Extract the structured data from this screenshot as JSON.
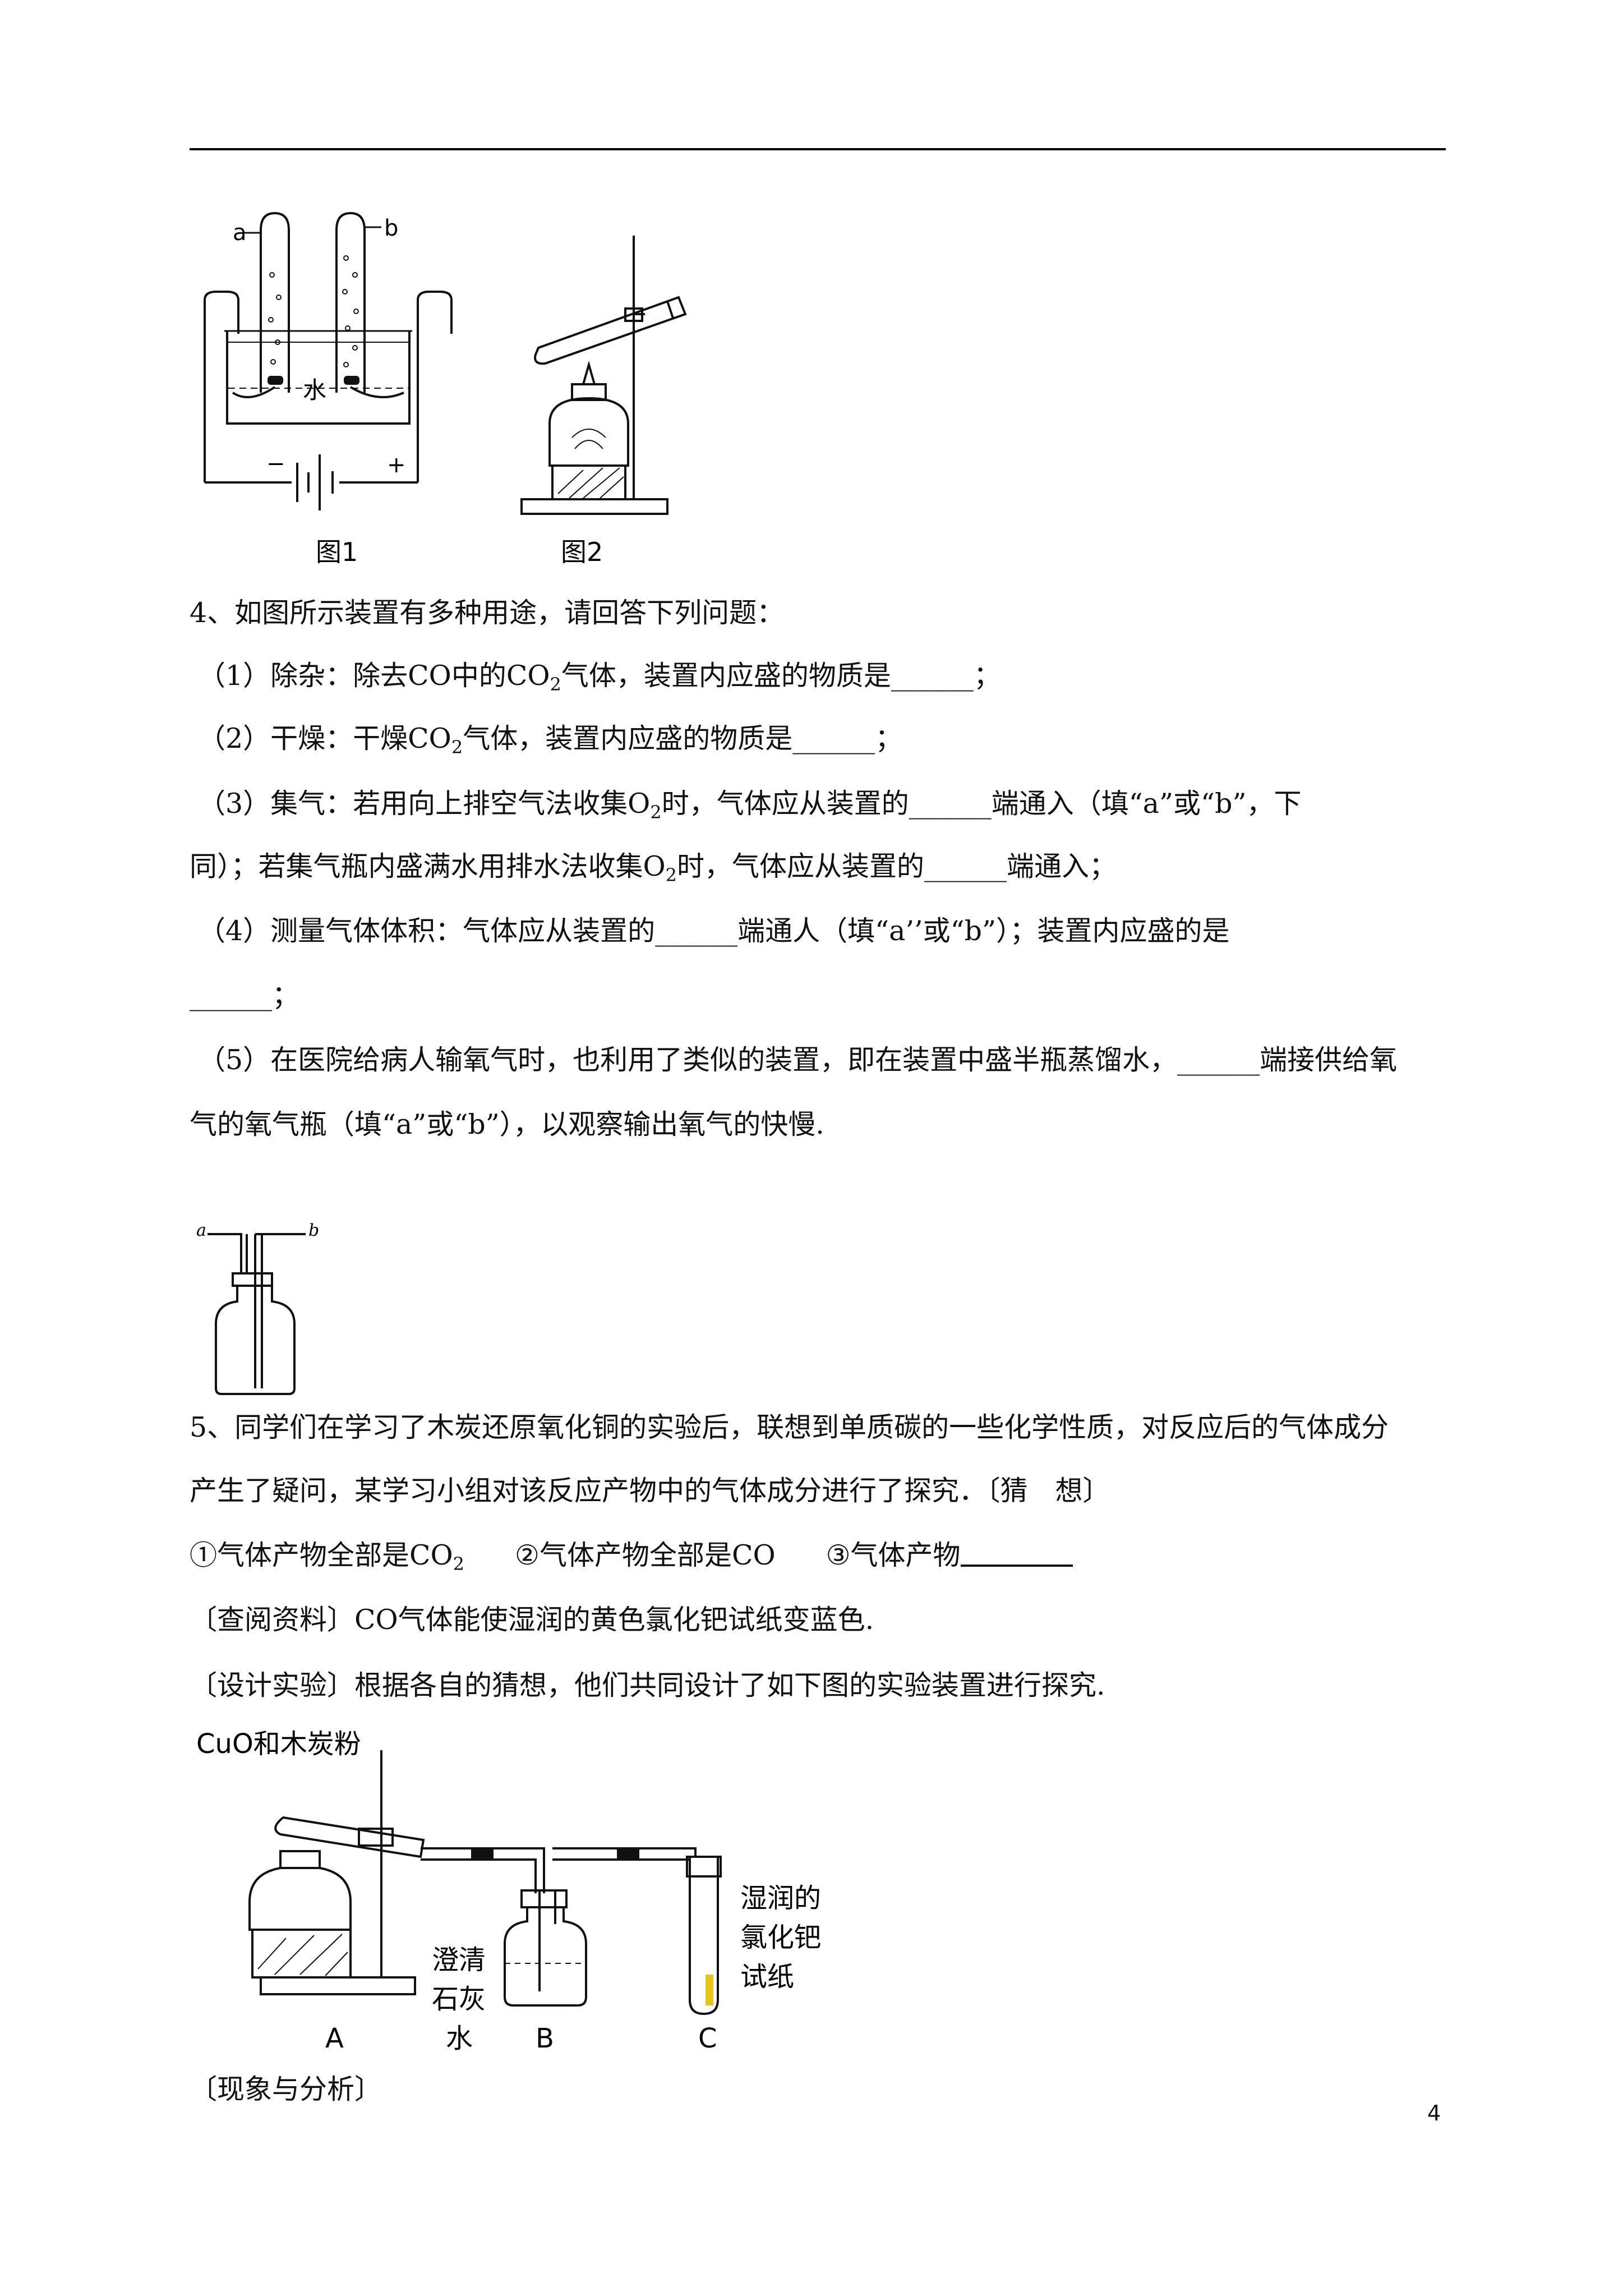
{
  "figures": {
    "fig1_caption": "图1",
    "fig2_caption": "图2",
    "fig1_label_a": "a",
    "fig1_label_b": "b",
    "fig1_water": "水",
    "fig1_minus": "−",
    "fig1_plus": "+",
    "bottle_label_a": "a",
    "bottle_label_b": "b",
    "apparatus": {
      "top_label": "CuO和木炭粉",
      "limewater_1": "澄清",
      "limewater_2": "石灰",
      "limewater_3": "水",
      "paper_1": "湿润的",
      "paper_2": "氯化钯",
      "paper_3": "试纸",
      "label_A": "A",
      "label_B": "B",
      "label_C": "C"
    }
  },
  "q4": {
    "title": "4、如图所示装置有多种用途，请回答下列问题：",
    "p1": {
      "a": "（1）除杂：除去CO中的CO",
      "sub": "2",
      "b": "气体，装置内应盛的物质是______；"
    },
    "p2": {
      "a": "（2）干燥：干燥CO",
      "sub": "2",
      "b": "气体，装置内应盛的物质是______；"
    },
    "p3": {
      "a": "（3）集气：若用向上排空气法收集O",
      "sub": "2",
      "b": "时，气体应从装置的______端通入（填“a”或“b”，下"
    },
    "p3_cont": {
      "a": "同）；若集气瓶内盛满水用排水法收集O",
      "sub": "2",
      "b": "时，气体应从装置的______端通入；"
    },
    "p4": "（4）测量气体体积：气体应从装置的______端通人（填“a’’或“b”）；装置内应盛的是",
    "p4_cont": "______；",
    "p5": "（5）在医院给病人输氧气时，也利用了类似的装置，即在装置中盛半瓶蒸馏水，______端接供给氧",
    "p5_cont": "气的氧气瓶（填“a”或“b”），以观察输出氧气的快慢."
  },
  "q5": {
    "line1": "5、同学们在学习了木炭还原氧化铜的实验后，联想到单质碳的一些化学性质，对反应后的气体成分",
    "line2": "产生了疑问，某学习小组对该反应产物中的气体成分进行了探究．〔猜　想〕",
    "guess1": "①气体产物全部是CO",
    "guess1_sub": "2",
    "guess2": "②气体产物全部是CO",
    "guess3": "③气体产物",
    "info": "〔查阅资料〕CO气体能使湿润的黄色氯化钯试纸变蓝色.",
    "design": "〔设计实验〕根据各自的猜想，他们共同设计了如下图的实验装置进行探究.",
    "analysis": "〔现象与分析〕"
  },
  "page_number": "4"
}
